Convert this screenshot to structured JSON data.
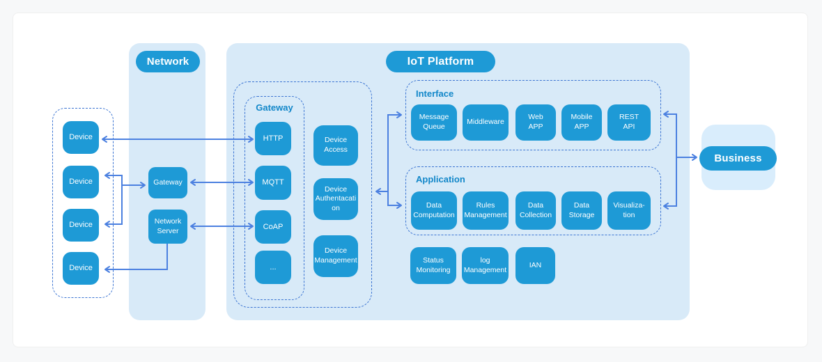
{
  "page": {
    "background": "#f7f8f9",
    "card_background": "#ffffff"
  },
  "colors": {
    "node_fill": "#1e9ad6",
    "panel_fill": "#d8eaf8",
    "business_panel_fill": "#d9edfc",
    "arrow": "#4b80e0",
    "dashed_border": "#3b74d2",
    "section_label": "#1287c9",
    "node_text": "#ffffff"
  },
  "devices": {
    "items": [
      "Device",
      "Device",
      "Device",
      "Device"
    ]
  },
  "network": {
    "title": "Network",
    "gateway": "Gateway",
    "server": "Network\nServer"
  },
  "iot": {
    "title": "IoT Platform",
    "gateway": {
      "label": "Gateway",
      "protocols": [
        "HTTP",
        "MQTT",
        "CoAP",
        "..."
      ]
    },
    "device_services": [
      "Device\nAccess",
      "Device\nAuthentacati\non",
      "Device\nManagement"
    ],
    "interface": {
      "label": "Interface",
      "items": [
        "Message\nQueue",
        "Middleware",
        "Web\nAPP",
        "Mobile\nAPP",
        "REST\nAPI"
      ]
    },
    "application": {
      "label": "Application",
      "items": [
        "Data\nComputation",
        "Rules\nManagement",
        "Data\nCollection",
        "Data\nStorage",
        "Visualiza-\ntion"
      ]
    },
    "services": [
      "Status\nMonitoring",
      "log\nManagement",
      "IAN"
    ]
  },
  "business": {
    "title": "Business"
  }
}
